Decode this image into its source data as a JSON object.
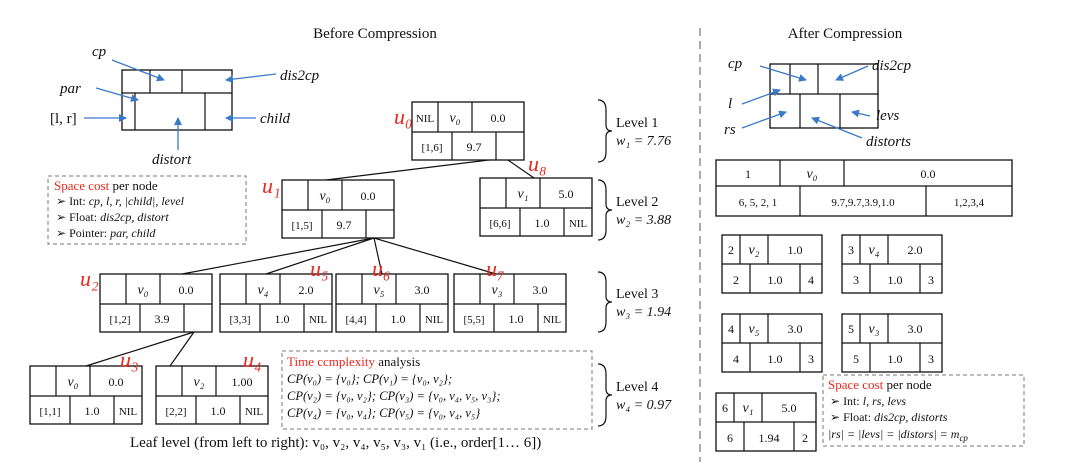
{
  "headings": {
    "before": "Before Compression",
    "after": "After Compression"
  },
  "legend_left": {
    "cp": "cp",
    "par": "par",
    "lr": "[l, r]",
    "dis2cp": "dis2cp",
    "child": "child",
    "distort": "distort"
  },
  "legend_right": {
    "cp": "cp",
    "l": "l",
    "rs": "rs",
    "dis2cp": "dis2cp",
    "levs": "levs",
    "distorts": "distorts"
  },
  "space_left": {
    "title_red": "Space cost",
    "title_rest": " per node",
    "int_label": "Int: ",
    "int_value": "cp, l, r, |child|, level",
    "float_label": "Float: ",
    "float_value": "dis2cp, distort",
    "ptr_label": "Pointer: ",
    "ptr_value": "par, child"
  },
  "space_right": {
    "title_red": "Space cost",
    "title_rest": " per node",
    "int_label": "Int: ",
    "int_value": "l, rs, levs",
    "float_label": "Float: ",
    "float_value": "dis2cp, distorts",
    "eq": "|rs| = |levs| = |distors| = m",
    "eq_sub": "cp"
  },
  "time": {
    "title_red": "Time ccmplexity",
    "title_rest": " analysis",
    "lines": [
      "CP(v₀) = {v₀}; CP(v₁) = {v₀, v₂};",
      "CP(v₂) = {v₀, v₂}; CP(v₃) = {v₀, v₄, v₅, v₃};",
      "CP(v₄) = {v₀, v₄}; CP(v₅) = {v₀, v₄, v₅}"
    ]
  },
  "levels": [
    {
      "label": "Level 1",
      "w": "w₁ = 7.76"
    },
    {
      "label": "Level 2",
      "w": "w₂ = 3.88"
    },
    {
      "label": "Level 3",
      "w": "w₃ = 1.94"
    },
    {
      "label": "Level 4",
      "w": "w₄ = 0.97"
    }
  ],
  "tree_nodes": [
    {
      "name": "u₀",
      "par": "NIL",
      "cp": "v₀",
      "dis2cp": "0.0",
      "lr": "[1,6]",
      "distort": "9.7",
      "child": ""
    },
    {
      "name": "u₁",
      "par": "",
      "cp": "v₀",
      "dis2cp": "0.0",
      "lr": "[1,5]",
      "distort": "9.7",
      "child": ""
    },
    {
      "name": "u₈",
      "par": "",
      "cp": "v₁",
      "dis2cp": "5.0",
      "lr": "[6,6]",
      "distort": "1.0",
      "child": "NIL"
    },
    {
      "name": "u₂",
      "par": "",
      "cp": "v₀",
      "dis2cp": "0.0",
      "lr": "[1,2]",
      "distort": "3.9",
      "child": ""
    },
    {
      "name": "u₅",
      "par": "",
      "cp": "v₄",
      "dis2cp": "2.0",
      "lr": "[3,3]",
      "distort": "1.0",
      "child": "NIL"
    },
    {
      "name": "u₆",
      "par": "",
      "cp": "v₅",
      "dis2cp": "3.0",
      "lr": "[4,4]",
      "distort": "1.0",
      "child": "NIL"
    },
    {
      "name": "u₇",
      "par": "",
      "cp": "v₃",
      "dis2cp": "3.0",
      "lr": "[5,5]",
      "distort": "1.0",
      "child": "NIL"
    },
    {
      "name": "u₃",
      "par": "",
      "cp": "v₀",
      "dis2cp": "0.0",
      "lr": "[1,1]",
      "distort": "1.0",
      "child": "NIL"
    },
    {
      "name": "u₄",
      "par": "",
      "cp": "v₂",
      "dis2cp": "1.00",
      "lr": "[2,2]",
      "distort": "1.0",
      "child": "NIL"
    }
  ],
  "leaf_text": "Leaf level (from left to right): v₀, v₂, v₄, v₅, v₃, v₁ (i.e., order[1… 6])",
  "compressed_big": {
    "l": "1",
    "cp": "v₀",
    "dis2cp": "0.0",
    "rs": "6, 5, 2, 1",
    "distorts": "9.7,9.7,3.9,1.0",
    "levs": "1,2,3,4"
  },
  "compressed_small": [
    {
      "l": "2",
      "cp": "v₂",
      "dis2cp": "1.0",
      "rs": "2",
      "distorts": "1.0",
      "levs": "4"
    },
    {
      "l": "3",
      "cp": "v₄",
      "dis2cp": "2.0",
      "rs": "3",
      "distorts": "1.0",
      "levs": "3"
    },
    {
      "l": "4",
      "cp": "v₅",
      "dis2cp": "3.0",
      "rs": "4",
      "distorts": "1.0",
      "levs": "3"
    },
    {
      "l": "5",
      "cp": "v₃",
      "dis2cp": "3.0",
      "rs": "5",
      "distorts": "1.0",
      "levs": "3"
    },
    {
      "l": "6",
      "cp": "v₁",
      "dis2cp": "5.0",
      "rs": "6",
      "distorts": "1.94",
      "levs": "2"
    }
  ]
}
